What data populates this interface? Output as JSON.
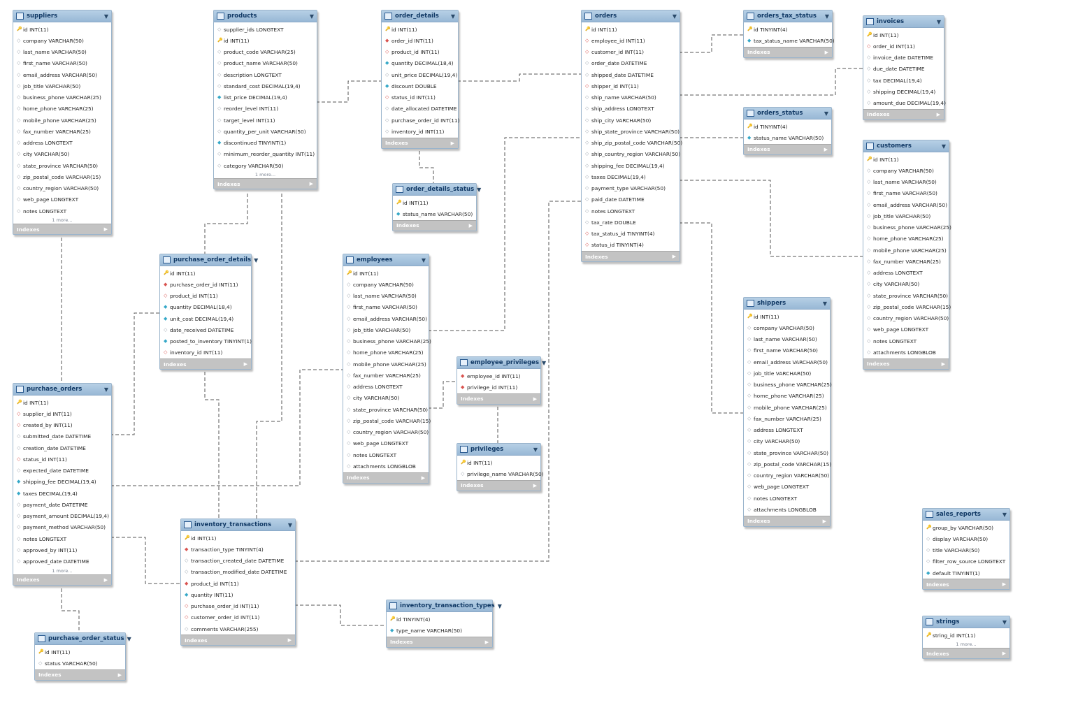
{
  "tables": [
    {
      "name": "suppliers",
      "indexes_label": "Indexes",
      "more": "1 more...",
      "columns": [
        {
          "m": "pk",
          "t": "id INT(11)"
        },
        {
          "m": "col",
          "t": "company VARCHAR(50)"
        },
        {
          "m": "col",
          "t": "last_name VARCHAR(50)"
        },
        {
          "m": "col",
          "t": "first_name VARCHAR(50)"
        },
        {
          "m": "col",
          "t": "email_address VARCHAR(50)"
        },
        {
          "m": "col",
          "t": "job_title VARCHAR(50)"
        },
        {
          "m": "col",
          "t": "business_phone VARCHAR(25)"
        },
        {
          "m": "col",
          "t": "home_phone VARCHAR(25)"
        },
        {
          "m": "col",
          "t": "mobile_phone VARCHAR(25)"
        },
        {
          "m": "col",
          "t": "fax_number VARCHAR(25)"
        },
        {
          "m": "col",
          "t": "address LONGTEXT"
        },
        {
          "m": "col",
          "t": "city VARCHAR(50)"
        },
        {
          "m": "col",
          "t": "state_province VARCHAR(50)"
        },
        {
          "m": "col",
          "t": "zip_postal_code VARCHAR(15)"
        },
        {
          "m": "col",
          "t": "country_region VARCHAR(50)"
        },
        {
          "m": "col",
          "t": "web_page LONGTEXT"
        },
        {
          "m": "col",
          "t": "notes LONGTEXT"
        }
      ]
    },
    {
      "name": "products",
      "indexes_label": "Indexes",
      "more": "1 more...",
      "columns": [
        {
          "m": "col",
          "t": "supplier_ids LONGTEXT"
        },
        {
          "m": "pk",
          "t": "id INT(11)"
        },
        {
          "m": "col",
          "t": "product_code VARCHAR(25)"
        },
        {
          "m": "col",
          "t": "product_name VARCHAR(50)"
        },
        {
          "m": "col",
          "t": "description LONGTEXT"
        },
        {
          "m": "col",
          "t": "standard_cost DECIMAL(19,4)"
        },
        {
          "m": "nn",
          "t": "list_price DECIMAL(19,4)"
        },
        {
          "m": "col",
          "t": "reorder_level INT(11)"
        },
        {
          "m": "col",
          "t": "target_level INT(11)"
        },
        {
          "m": "col",
          "t": "quantity_per_unit VARCHAR(50)"
        },
        {
          "m": "nn",
          "t": "discontinued TINYINT(1)"
        },
        {
          "m": "col",
          "t": "minimum_reorder_quantity INT(11)"
        },
        {
          "m": "col",
          "t": "category VARCHAR(50)"
        }
      ]
    },
    {
      "name": "order_details",
      "indexes_label": "Indexes",
      "columns": [
        {
          "m": "pk",
          "t": "id INT(11)"
        },
        {
          "m": "fk",
          "t": "order_id INT(11)"
        },
        {
          "m": "fkn",
          "t": "product_id INT(11)"
        },
        {
          "m": "nn",
          "t": "quantity DECIMAL(18,4)"
        },
        {
          "m": "col",
          "t": "unit_price DECIMAL(19,4)"
        },
        {
          "m": "nn",
          "t": "discount DOUBLE"
        },
        {
          "m": "fkn",
          "t": "status_id INT(11)"
        },
        {
          "m": "col",
          "t": "date_allocated DATETIME"
        },
        {
          "m": "col",
          "t": "purchase_order_id INT(11)"
        },
        {
          "m": "col",
          "t": "inventory_id INT(11)"
        }
      ]
    },
    {
      "name": "orders",
      "indexes_label": "Indexes",
      "columns": [
        {
          "m": "pk",
          "t": "id INT(11)"
        },
        {
          "m": "fkn",
          "t": "employee_id INT(11)"
        },
        {
          "m": "fkn",
          "t": "customer_id INT(11)"
        },
        {
          "m": "col",
          "t": "order_date DATETIME"
        },
        {
          "m": "col",
          "t": "shipped_date DATETIME"
        },
        {
          "m": "fkn",
          "t": "shipper_id INT(11)"
        },
        {
          "m": "col",
          "t": "ship_name VARCHAR(50)"
        },
        {
          "m": "col",
          "t": "ship_address LONGTEXT"
        },
        {
          "m": "col",
          "t": "ship_city VARCHAR(50)"
        },
        {
          "m": "col",
          "t": "ship_state_province VARCHAR(50)"
        },
        {
          "m": "col",
          "t": "ship_zip_postal_code VARCHAR(50)"
        },
        {
          "m": "col",
          "t": "ship_country_region VARCHAR(50)"
        },
        {
          "m": "col",
          "t": "shipping_fee DECIMAL(19,4)"
        },
        {
          "m": "col",
          "t": "taxes DECIMAL(19,4)"
        },
        {
          "m": "col",
          "t": "payment_type VARCHAR(50)"
        },
        {
          "m": "col",
          "t": "paid_date DATETIME"
        },
        {
          "m": "col",
          "t": "notes LONGTEXT"
        },
        {
          "m": "col",
          "t": "tax_rate DOUBLE"
        },
        {
          "m": "fkn",
          "t": "tax_status_id TINYINT(4)"
        },
        {
          "m": "fkn",
          "t": "status_id TINYINT(4)"
        }
      ]
    },
    {
      "name": "orders_tax_status",
      "indexes_label": "Indexes",
      "columns": [
        {
          "m": "pk",
          "t": "id TINYINT(4)"
        },
        {
          "m": "nn",
          "t": "tax_status_name VARCHAR(50)"
        }
      ]
    },
    {
      "name": "invoices",
      "indexes_label": "Indexes",
      "columns": [
        {
          "m": "pk",
          "t": "id INT(11)"
        },
        {
          "m": "fkn",
          "t": "order_id INT(11)"
        },
        {
          "m": "col",
          "t": "invoice_date DATETIME"
        },
        {
          "m": "col",
          "t": "due_date DATETIME"
        },
        {
          "m": "col",
          "t": "tax DECIMAL(19,4)"
        },
        {
          "m": "col",
          "t": "shipping DECIMAL(19,4)"
        },
        {
          "m": "col",
          "t": "amount_due DECIMAL(19,4)"
        }
      ]
    },
    {
      "name": "orders_status",
      "indexes_label": "Indexes",
      "columns": [
        {
          "m": "pk",
          "t": "id TINYINT(4)"
        },
        {
          "m": "nn",
          "t": "status_name VARCHAR(50)"
        }
      ]
    },
    {
      "name": "customers",
      "indexes_label": "Indexes",
      "columns": [
        {
          "m": "pk",
          "t": "id INT(11)"
        },
        {
          "m": "col",
          "t": "company VARCHAR(50)"
        },
        {
          "m": "col",
          "t": "last_name VARCHAR(50)"
        },
        {
          "m": "col",
          "t": "first_name VARCHAR(50)"
        },
        {
          "m": "col",
          "t": "email_address VARCHAR(50)"
        },
        {
          "m": "col",
          "t": "job_title VARCHAR(50)"
        },
        {
          "m": "col",
          "t": "business_phone VARCHAR(25)"
        },
        {
          "m": "col",
          "t": "home_phone VARCHAR(25)"
        },
        {
          "m": "col",
          "t": "mobile_phone VARCHAR(25)"
        },
        {
          "m": "col",
          "t": "fax_number VARCHAR(25)"
        },
        {
          "m": "col",
          "t": "address LONGTEXT"
        },
        {
          "m": "col",
          "t": "city VARCHAR(50)"
        },
        {
          "m": "col",
          "t": "state_province VARCHAR(50)"
        },
        {
          "m": "col",
          "t": "zip_postal_code VARCHAR(15)"
        },
        {
          "m": "col",
          "t": "country_region VARCHAR(50)"
        },
        {
          "m": "col",
          "t": "web_page LONGTEXT"
        },
        {
          "m": "col",
          "t": "notes LONGTEXT"
        },
        {
          "m": "col",
          "t": "attachments LONGBLOB"
        }
      ]
    },
    {
      "name": "order_details_status",
      "indexes_label": "Indexes",
      "columns": [
        {
          "m": "pk",
          "t": "id INT(11)"
        },
        {
          "m": "nn",
          "t": "status_name VARCHAR(50)"
        }
      ]
    },
    {
      "name": "purchase_order_details",
      "indexes_label": "Indexes",
      "columns": [
        {
          "m": "pk",
          "t": "id INT(11)"
        },
        {
          "m": "fk",
          "t": "purchase_order_id INT(11)"
        },
        {
          "m": "fkn",
          "t": "product_id INT(11)"
        },
        {
          "m": "nn",
          "t": "quantity DECIMAL(18,4)"
        },
        {
          "m": "nn",
          "t": "unit_cost DECIMAL(19,4)"
        },
        {
          "m": "col",
          "t": "date_received DATETIME"
        },
        {
          "m": "nn",
          "t": "posted_to_inventory TINYINT(1)"
        },
        {
          "m": "fkn",
          "t": "inventory_id INT(11)"
        }
      ]
    },
    {
      "name": "employees",
      "indexes_label": "Indexes",
      "columns": [
        {
          "m": "pk",
          "t": "id INT(11)"
        },
        {
          "m": "col",
          "t": "company VARCHAR(50)"
        },
        {
          "m": "col",
          "t": "last_name VARCHAR(50)"
        },
        {
          "m": "col",
          "t": "first_name VARCHAR(50)"
        },
        {
          "m": "col",
          "t": "email_address VARCHAR(50)"
        },
        {
          "m": "col",
          "t": "job_title VARCHAR(50)"
        },
        {
          "m": "col",
          "t": "business_phone VARCHAR(25)"
        },
        {
          "m": "col",
          "t": "home_phone VARCHAR(25)"
        },
        {
          "m": "col",
          "t": "mobile_phone VARCHAR(25)"
        },
        {
          "m": "col",
          "t": "fax_number VARCHAR(25)"
        },
        {
          "m": "col",
          "t": "address LONGTEXT"
        },
        {
          "m": "col",
          "t": "city VARCHAR(50)"
        },
        {
          "m": "col",
          "t": "state_province VARCHAR(50)"
        },
        {
          "m": "col",
          "t": "zip_postal_code VARCHAR(15)"
        },
        {
          "m": "col",
          "t": "country_region VARCHAR(50)"
        },
        {
          "m": "col",
          "t": "web_page LONGTEXT"
        },
        {
          "m": "col",
          "t": "notes LONGTEXT"
        },
        {
          "m": "col",
          "t": "attachments LONGBLOB"
        }
      ]
    },
    {
      "name": "shippers",
      "indexes_label": "Indexes",
      "columns": [
        {
          "m": "pk",
          "t": "id INT(11)"
        },
        {
          "m": "col",
          "t": "company VARCHAR(50)"
        },
        {
          "m": "col",
          "t": "last_name VARCHAR(50)"
        },
        {
          "m": "col",
          "t": "first_name VARCHAR(50)"
        },
        {
          "m": "col",
          "t": "email_address VARCHAR(50)"
        },
        {
          "m": "col",
          "t": "job_title VARCHAR(50)"
        },
        {
          "m": "col",
          "t": "business_phone VARCHAR(25)"
        },
        {
          "m": "col",
          "t": "home_phone VARCHAR(25)"
        },
        {
          "m": "col",
          "t": "mobile_phone VARCHAR(25)"
        },
        {
          "m": "col",
          "t": "fax_number VARCHAR(25)"
        },
        {
          "m": "col",
          "t": "address LONGTEXT"
        },
        {
          "m": "col",
          "t": "city VARCHAR(50)"
        },
        {
          "m": "col",
          "t": "state_province VARCHAR(50)"
        },
        {
          "m": "col",
          "t": "zip_postal_code VARCHAR(15)"
        },
        {
          "m": "col",
          "t": "country_region VARCHAR(50)"
        },
        {
          "m": "col",
          "t": "web_page LONGTEXT"
        },
        {
          "m": "col",
          "t": "notes LONGTEXT"
        },
        {
          "m": "col",
          "t": "attachments LONGBLOB"
        }
      ]
    },
    {
      "name": "employee_privileges",
      "indexes_label": "Indexes",
      "columns": [
        {
          "m": "fk",
          "t": "employee_id INT(11)"
        },
        {
          "m": "fk",
          "t": "privilege_id INT(11)"
        }
      ]
    },
    {
      "name": "privileges",
      "indexes_label": "Indexes",
      "columns": [
        {
          "m": "pk",
          "t": "id INT(11)"
        },
        {
          "m": "col",
          "t": "privilege_name VARCHAR(50)"
        }
      ]
    },
    {
      "name": "purchase_orders",
      "indexes_label": "Indexes",
      "more": "1 more...",
      "columns": [
        {
          "m": "pk",
          "t": "id INT(11)"
        },
        {
          "m": "fkn",
          "t": "supplier_id INT(11)"
        },
        {
          "m": "fkn",
          "t": "created_by INT(11)"
        },
        {
          "m": "col",
          "t": "submitted_date DATETIME"
        },
        {
          "m": "col",
          "t": "creation_date DATETIME"
        },
        {
          "m": "fkn",
          "t": "status_id INT(11)"
        },
        {
          "m": "col",
          "t": "expected_date DATETIME"
        },
        {
          "m": "nn",
          "t": "shipping_fee DECIMAL(19,4)"
        },
        {
          "m": "nn",
          "t": "taxes DECIMAL(19,4)"
        },
        {
          "m": "col",
          "t": "payment_date DATETIME"
        },
        {
          "m": "col",
          "t": "payment_amount DECIMAL(19,4)"
        },
        {
          "m": "col",
          "t": "payment_method VARCHAR(50)"
        },
        {
          "m": "col",
          "t": "notes LONGTEXT"
        },
        {
          "m": "col",
          "t": "approved_by INT(11)"
        },
        {
          "m": "col",
          "t": "approved_date DATETIME"
        }
      ]
    },
    {
      "name": "inventory_transactions",
      "indexes_label": "Indexes",
      "columns": [
        {
          "m": "pk",
          "t": "id INT(11)"
        },
        {
          "m": "fk",
          "t": "transaction_type TINYINT(4)"
        },
        {
          "m": "col",
          "t": "transaction_created_date DATETIME"
        },
        {
          "m": "col",
          "t": "transaction_modified_date DATETIME"
        },
        {
          "m": "fk",
          "t": "product_id INT(11)"
        },
        {
          "m": "nn",
          "t": "quantity INT(11)"
        },
        {
          "m": "fkn",
          "t": "purchase_order_id INT(11)"
        },
        {
          "m": "fkn",
          "t": "customer_order_id INT(11)"
        },
        {
          "m": "col",
          "t": "comments VARCHAR(255)"
        }
      ]
    },
    {
      "name": "inventory_transaction_types",
      "indexes_label": "Indexes",
      "columns": [
        {
          "m": "pk",
          "t": "id TINYINT(4)"
        },
        {
          "m": "nn",
          "t": "type_name VARCHAR(50)"
        }
      ]
    },
    {
      "name": "purchase_order_status",
      "indexes_label": "Indexes",
      "columns": [
        {
          "m": "pk",
          "t": "id INT(11)"
        },
        {
          "m": "col",
          "t": "status VARCHAR(50)"
        }
      ]
    },
    {
      "name": "sales_reports",
      "indexes_label": "Indexes",
      "columns": [
        {
          "m": "pk",
          "t": "group_by VARCHAR(50)"
        },
        {
          "m": "col",
          "t": "display VARCHAR(50)"
        },
        {
          "m": "col",
          "t": "title VARCHAR(50)"
        },
        {
          "m": "col",
          "t": "filter_row_source LONGTEXT"
        },
        {
          "m": "nn",
          "t": "default TINYINT(1)"
        }
      ]
    },
    {
      "name": "strings",
      "indexes_label": "Indexes",
      "more": "1 more...",
      "columns": [
        {
          "m": "pk",
          "t": "string_id INT(11)"
        }
      ]
    }
  ],
  "relationships": [
    {
      "from": "products",
      "to": "suppliers"
    },
    {
      "from": "order_details",
      "to": "products"
    },
    {
      "from": "order_details",
      "to": "orders"
    },
    {
      "from": "order_details",
      "to": "order_details_status"
    },
    {
      "from": "orders",
      "to": "orders_tax_status"
    },
    {
      "from": "invoices",
      "to": "orders"
    },
    {
      "from": "orders",
      "to": "orders_status"
    },
    {
      "from": "orders",
      "to": "customers"
    },
    {
      "from": "orders",
      "to": "shippers"
    },
    {
      "from": "orders",
      "to": "employees"
    },
    {
      "from": "purchase_order_details",
      "to": "products"
    },
    {
      "from": "purchase_order_details",
      "to": "purchase_orders"
    },
    {
      "from": "purchase_order_details",
      "to": "inventory_transactions"
    },
    {
      "from": "purchase_orders",
      "to": "suppliers"
    },
    {
      "from": "purchase_orders",
      "to": "employees"
    },
    {
      "from": "purchase_orders",
      "to": "purchase_order_status"
    },
    {
      "from": "employee_privileges",
      "to": "employees"
    },
    {
      "from": "employee_privileges",
      "to": "privileges"
    },
    {
      "from": "inventory_transactions",
      "to": "products"
    },
    {
      "from": "inventory_transactions",
      "to": "purchase_orders"
    },
    {
      "from": "inventory_transactions",
      "to": "orders"
    },
    {
      "from": "inventory_transactions",
      "to": "inventory_transaction_types"
    }
  ],
  "colors": {
    "header": "#a9c6e1",
    "border": "#9ab4cc",
    "indexes_bar": "#c3c3c3",
    "line": "#555555",
    "pk": "#e0a800",
    "fk": "#d9534f",
    "not_null": "#35a8c8"
  },
  "icons": {
    "primary_key": "key-icon",
    "foreign_key": "diamond-icon",
    "column": "diamond-outline-icon",
    "table": "table-icon",
    "collapse": "triangle-down-icon",
    "expand": "triangle-right-icon"
  }
}
